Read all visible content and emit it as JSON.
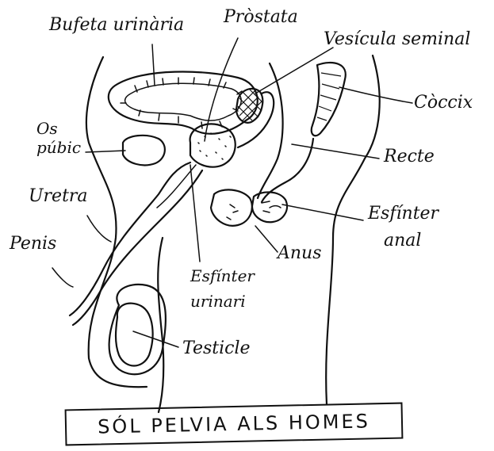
{
  "labels": {
    "bufeta": "Bufeta urinària",
    "prostata": "Pròstata",
    "vesicula": "Vesícula seminal",
    "coccix": "Còccix",
    "os_pubic_line1": "Os",
    "os_pubic_line2": "púbic",
    "recte": "Recte",
    "uretra": "Uretra",
    "esfinter_anal_line1": "Esfínter",
    "esfinter_anal_line2": "anal",
    "penis": "Penis",
    "anus": "Anus",
    "esfinter_urinari_line1": "Esfínter",
    "esfinter_urinari_line2": "urinari",
    "testicle": "Testicle"
  },
  "banner": "SÓL PELVIA ALS HOMES"
}
